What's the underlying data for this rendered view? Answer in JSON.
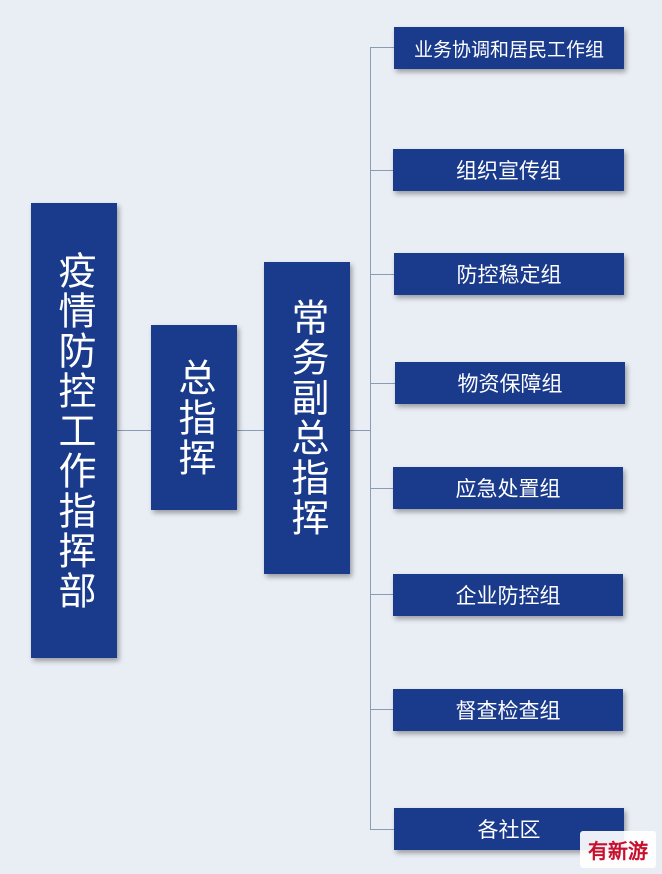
{
  "chart": {
    "root": "疫情防控工作指挥部",
    "chief": "总指挥",
    "deputy": "常务副总指挥",
    "groups": [
      "业务协调和居民工作组",
      "组织宣传组",
      "防控稳定组",
      "物资保障组",
      "应急处置组",
      "企业防控组",
      "督查检查组",
      "各社区"
    ]
  },
  "watermark": "有新游",
  "colors": {
    "node_fill": "#1a3a8c",
    "background": "#e9eef5",
    "connector": "#8a9bb5"
  }
}
